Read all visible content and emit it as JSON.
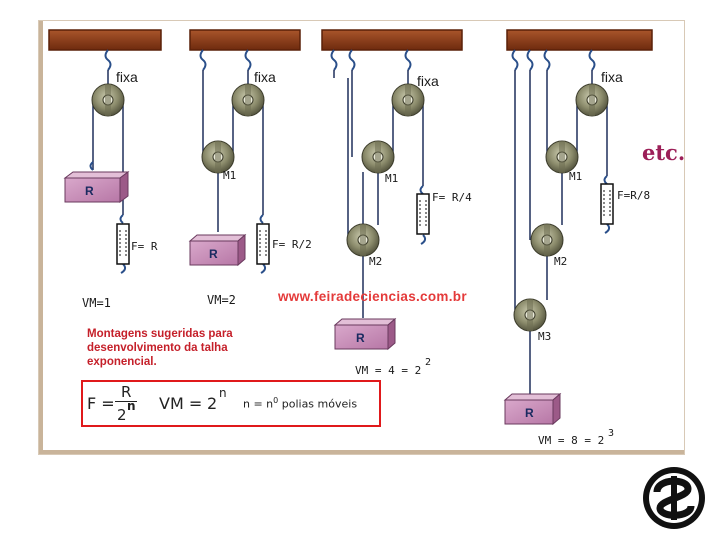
{
  "labels": {
    "fixed": "fixa",
    "m1": "M1",
    "m2": "M2",
    "m3": "M3",
    "load": "R",
    "etc": "etc.",
    "force_r": "F= R",
    "force_r2": "F= R/2",
    "force_r4": "F= R/4",
    "force_r8": "F=R/8",
    "vm1": "VM=1",
    "vm2": "VM=2",
    "vm4": "VM = 4 = 2",
    "vm4_exp": "2",
    "vm8": "VM = 8 = 2",
    "vm8_exp": "3",
    "url": "www.feiradeciencias.com.br",
    "desc_line1": "Montagens sugeridas para",
    "desc_line2": "desenvolvimento da talha",
    "desc_line3": "exponencial."
  },
  "formula": {
    "f_prefix": "F =",
    "numerator": "R",
    "denominator_base": "2",
    "denominator_exp": "n",
    "vm_prefix": "VM =",
    "vm_base": "2",
    "vm_exp": "n",
    "n_def": "n = n",
    "n_def_sup": "0",
    "n_def_rest": " polias móveis"
  },
  "colors": {
    "beam": "#8b3a1a",
    "beam_edge": "#5a2008",
    "pulley": "#8c8c6c",
    "rope": "#1f2f5a",
    "hook": "#2a4f8a",
    "load_face": "#c78bb8",
    "formula_border": "#e0191b",
    "text_red": "#c5202a"
  },
  "icons": {
    "logo": "feira-de-ciencias-logo"
  }
}
